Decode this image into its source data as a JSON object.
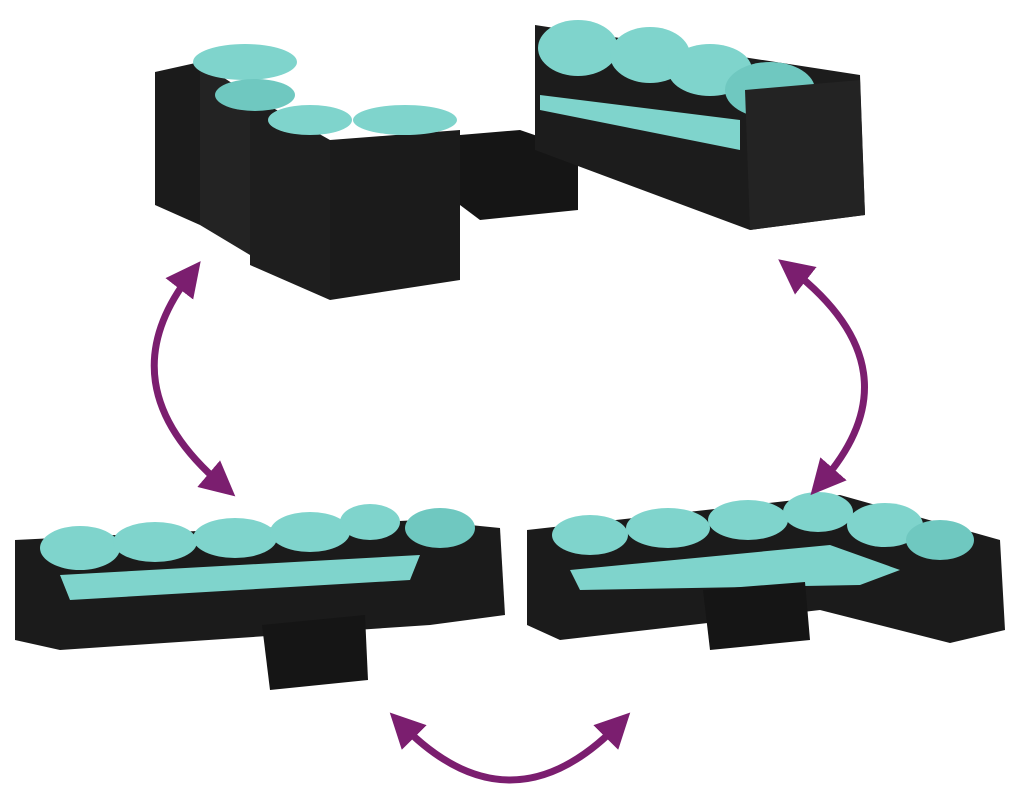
{
  "colors": {
    "background": "#ffffff",
    "rattan": "#1b1b1b",
    "rattan_side": "#2a2a2a",
    "cushion": "#7fd4cc",
    "cushion_shade": "#5fb8b0",
    "arrow": "#7b1e6f",
    "glass_top": "#111111"
  },
  "icons": {
    "arrows": [
      "curved-double-arrow-left",
      "curved-double-arrow-right",
      "curved-double-arrow-bottom"
    ]
  }
}
